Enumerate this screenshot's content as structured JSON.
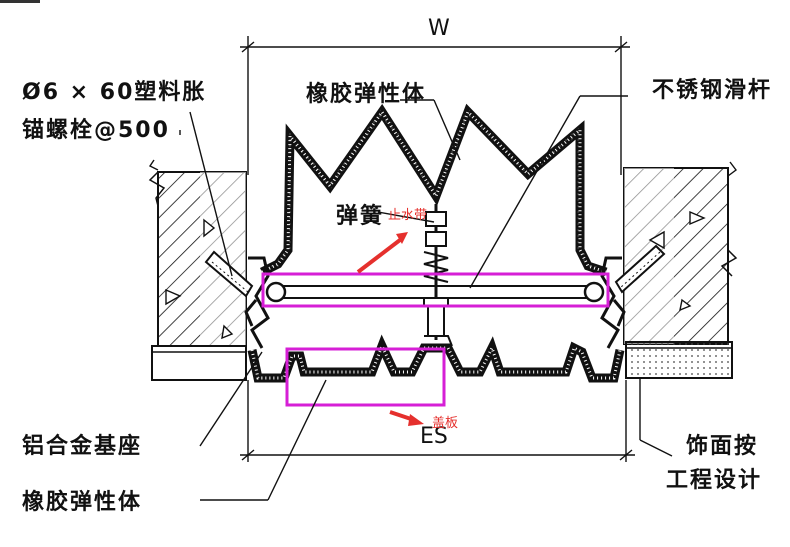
{
  "labels": {
    "dim_top": "W",
    "dim_bottom": "ES",
    "bolt_line1": "Ø6 × 60塑料胀",
    "bolt_line2": "锚螺栓@500",
    "rubber_top": "橡胶弹性体",
    "steel_rod": "不锈钢滑杆",
    "spring": "弹簧",
    "aluminum_base": "铝合金基座",
    "rubber_bottom": "橡胶弹性体",
    "finish_line1": "饰面按",
    "finish_line2": "工程设计"
  },
  "annotations": {
    "waterstop": "止水带",
    "cover_plate": "盖板"
  },
  "colors": {
    "line": "#111111",
    "annotation_red": "#e5302d",
    "highlight_box": "#d61fd6"
  }
}
